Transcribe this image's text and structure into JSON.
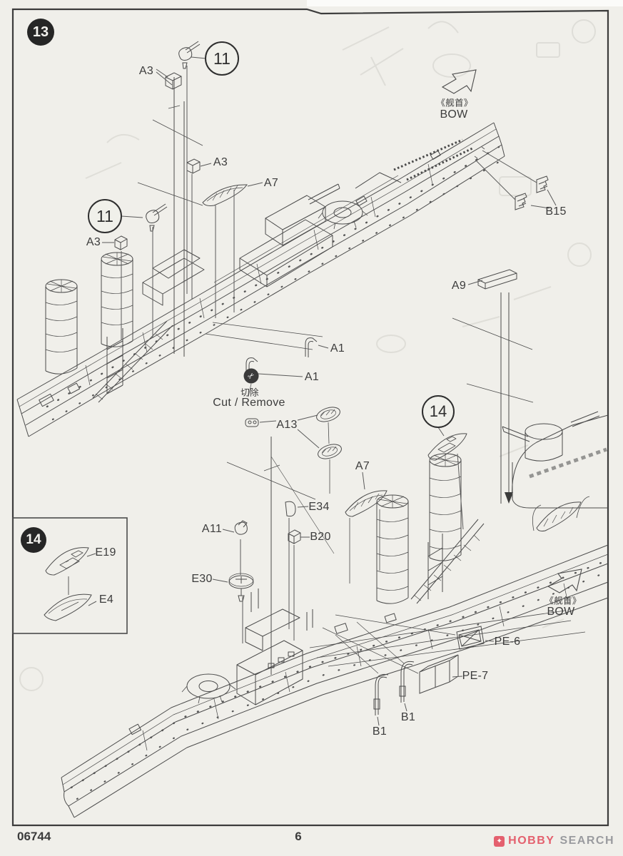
{
  "steps": {
    "step13": "13",
    "step14": "14"
  },
  "refs": {
    "ref11": "11",
    "ref14": "14"
  },
  "callouts": {
    "a1": "A1",
    "a3": "A3",
    "a7": "A7",
    "a9": "A9",
    "a11": "A11",
    "a13": "A13",
    "b1": "B1",
    "b15": "B15",
    "b20": "B20",
    "e4": "E4",
    "e19": "E19",
    "e30": "E30",
    "e34": "E34",
    "pe6": "PE-6",
    "pe7": "PE-7"
  },
  "cut_note": {
    "zh": "切除",
    "en": "Cut / Remove",
    "icon": "scissors-cut-icon"
  },
  "bow_note": {
    "zh": "《舰首》",
    "en": "BOW"
  },
  "footer": {
    "kit_number": "06744",
    "page_number": "6"
  },
  "watermark": {
    "brand": "HOBBY",
    "suffix": "SEARCH",
    "icon": "hobby-search-flame-icon"
  },
  "colors": {
    "paper": "#f0efea",
    "line": "#4b4b4b",
    "brand_red": "#e4606e",
    "brand_gray": "#9a9b9f"
  }
}
